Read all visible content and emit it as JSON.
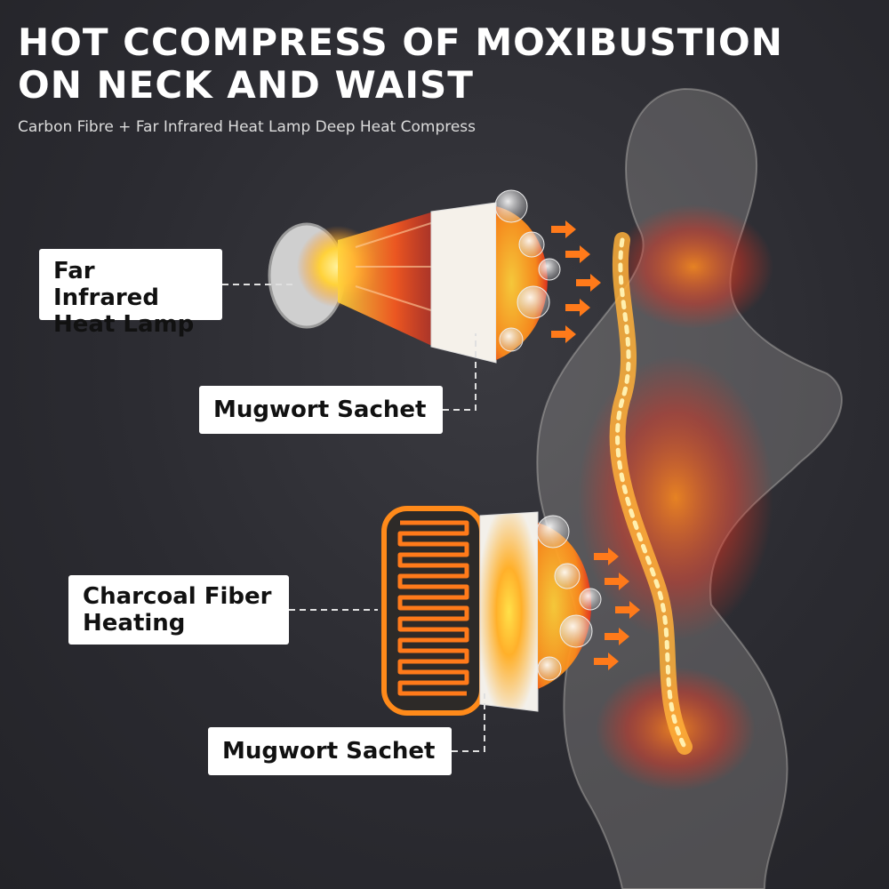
{
  "header": {
    "title_line1": "HOT CCOMPRESS OF MOXIBUSTION",
    "title_line2": "ON NECK AND WAIST",
    "subtitle": "Carbon Fibre + Far Infrared Heat Lamp Deep Heat Compress"
  },
  "callouts": {
    "heat_lamp_line1": "Far Infrared",
    "heat_lamp_line2": "Heat Lamp",
    "mugwort_sachet_top": "Mugwort Sachet",
    "charcoal_line1": "Charcoal Fiber",
    "charcoal_line2": "Heating",
    "mugwort_sachet_bottom": "Mugwort Sachet"
  },
  "colors": {
    "background": "#2b2b31",
    "heat_red": "#e8321e",
    "heat_orange": "#ff8a1a",
    "glow_yellow": "#ffd23a",
    "label_bg": "#ffffff"
  },
  "icons": [
    "heat-lamp-icon",
    "heating-coil-icon",
    "mugwort-sachet-icon",
    "herb-bubble-icon",
    "heat-arrow-icon",
    "body-spine-figure"
  ]
}
